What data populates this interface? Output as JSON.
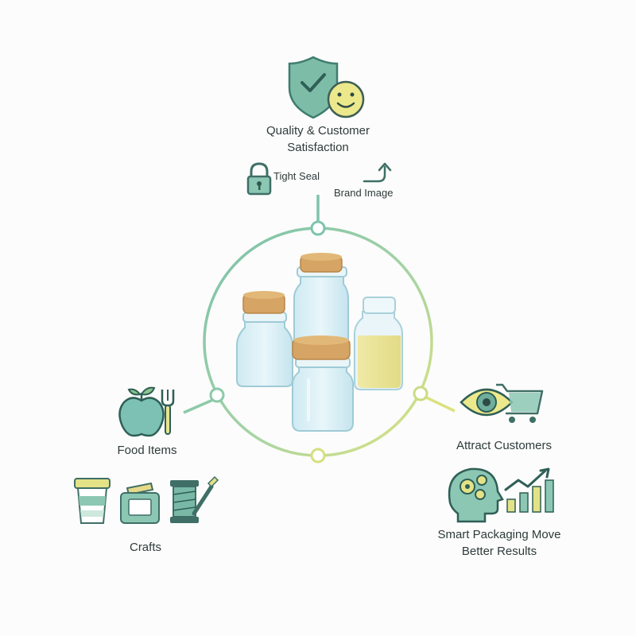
{
  "top": {
    "title_line1": "Quality & Customer",
    "title_line2": "Satisfaction",
    "tight_seal": "Tight Seal",
    "brand_image": "Brand Image",
    "icons": [
      "shield-check-icon",
      "smiley-icon",
      "padlock-icon",
      "trend-arrow-icon"
    ]
  },
  "left": {
    "food_items": "Food Items",
    "crafts": "Crafts",
    "icons": [
      "apple-icon",
      "fork-icon",
      "cup-icon",
      "jar-icon",
      "thread-spool-icon",
      "paintbrush-icon"
    ]
  },
  "right": {
    "attract_customers": "Attract Customers",
    "results_line1": "Smart Packaging Move",
    "results_line2": "Better Results",
    "icons": [
      "eye-icon",
      "shopping-cart-icon",
      "head-gears-icon",
      "bar-chart-growth-icon"
    ]
  },
  "center": {
    "icons": [
      "glass-jars-icon"
    ]
  },
  "colors": {
    "teal": "#6fae9c",
    "dark_teal": "#3d6f66",
    "yellow": "#e6e48c",
    "cork": "#d9a96a",
    "glass": "#d6eef4"
  }
}
